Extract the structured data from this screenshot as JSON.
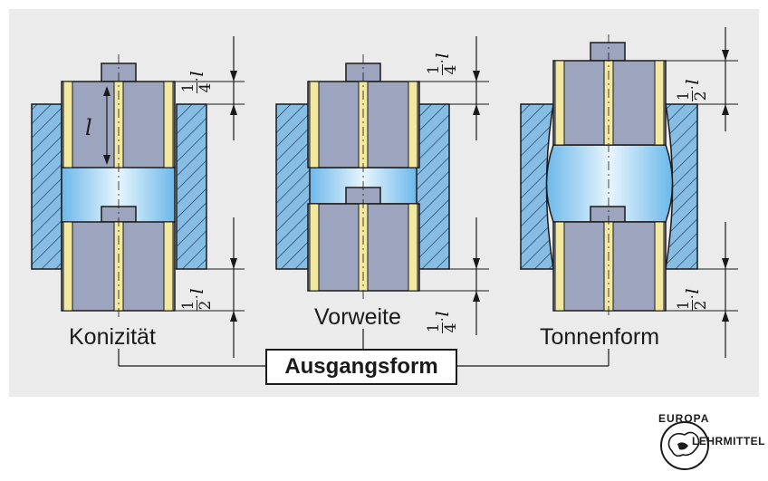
{
  "labels": {
    "conicity": "Konizität",
    "advance": "Vorweite",
    "barrel": "Tonnenform",
    "initial_form": "Ausgangsform",
    "length_symbol": "l"
  },
  "fractions": {
    "quarter": {
      "num": "1",
      "den": "4"
    },
    "half": {
      "num": "1",
      "den": "2"
    }
  },
  "logo": {
    "top": "EUROPA",
    "bottom": "LEHRMITTEL"
  },
  "colors": {
    "background": "#ebebeb",
    "hatch_fill": "#87bde3",
    "hatch_line": "#1d3f66",
    "punch": "#9ca5bd",
    "yellow": "#f3e8a0",
    "cavity_light": "#dceefa",
    "cavity_dark": "#6cb8ea"
  }
}
